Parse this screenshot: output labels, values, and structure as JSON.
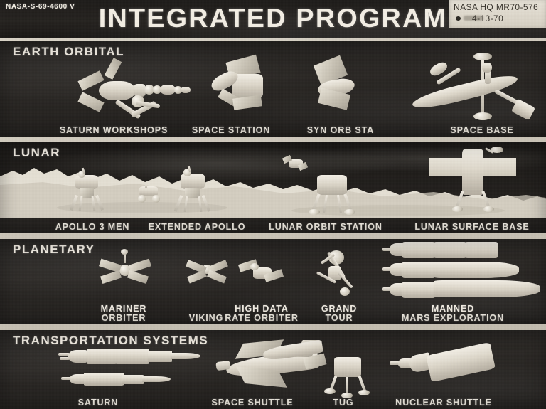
{
  "document": {
    "nasa_id": "NASA-S-69-4600 V",
    "title": "INTEGRATED PROGRAM",
    "stamp": {
      "line1": "NASA HQ MR70-576",
      "line2": "4-13-70"
    }
  },
  "sections": [
    {
      "id": "earth-orbital",
      "title": "EARTH ORBITAL",
      "items": [
        {
          "label": "SATURN WORKSHOPS",
          "line2": ""
        },
        {
          "label": "SPACE STATION",
          "line2": ""
        },
        {
          "label": "SYN ORB STA",
          "line2": ""
        },
        {
          "label": "SPACE BASE",
          "line2": ""
        }
      ]
    },
    {
      "id": "lunar",
      "title": "LUNAR",
      "items": [
        {
          "label": "APOLLO 3 MEN",
          "line2": ""
        },
        {
          "label": "EXTENDED APOLLO",
          "line2": ""
        },
        {
          "label": "LUNAR ORBIT STATION",
          "line2": ""
        },
        {
          "label": "LUNAR SURFACE BASE",
          "line2": ""
        }
      ]
    },
    {
      "id": "planetary",
      "title": "PLANETARY",
      "items": [
        {
          "label": "MARINER",
          "line2": "ORBITER"
        },
        {
          "label": "VIKING",
          "line2": ""
        },
        {
          "label": "HIGH DATA",
          "line2": "RATE ORBITER"
        },
        {
          "label": "GRAND",
          "line2": "TOUR"
        },
        {
          "label": "MANNED",
          "line2": "MARS EXPLORATION"
        }
      ]
    },
    {
      "id": "transportation-systems",
      "title": "TRANSPORTATION SYSTEMS",
      "items": [
        {
          "label": "SATURN",
          "line2": ""
        },
        {
          "label": "SPACE SHUTTLE",
          "line2": ""
        },
        {
          "label": "TUG",
          "line2": ""
        },
        {
          "label": "NUCLEAR SHUTTLE",
          "line2": ""
        }
      ]
    }
  ],
  "colors": {
    "band_dark": "#242220",
    "text_light": "#f1ece2",
    "paper": "#cfc9bd",
    "stamp_card": "#e6e1d6"
  }
}
